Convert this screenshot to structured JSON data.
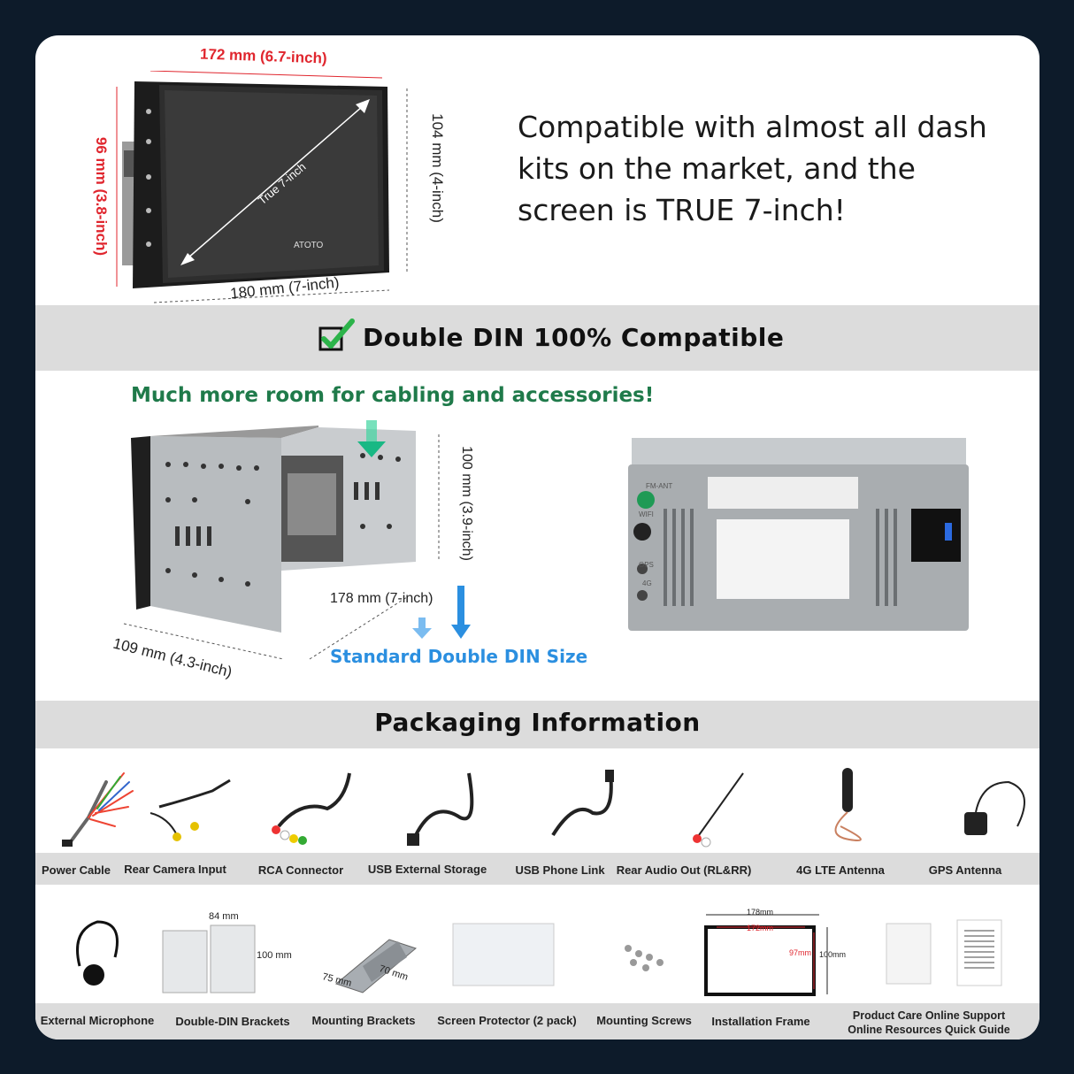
{
  "top": {
    "dim_top": "172 mm (6.7-inch)",
    "dim_left": "96 mm (3.8-inch)",
    "dim_right": "104 mm (4-inch)",
    "dim_bottom": "180 mm (7-inch)",
    "diagonal": "True 7-inch",
    "brand": "ATOTO",
    "headline_lines": [
      "Compatible with almost all dash",
      "kits on the market, and the",
      "screen is TRUE 7-inch!"
    ]
  },
  "double_din": {
    "title": "Double DIN 100% Compatible",
    "room_text": "Much more room for cabling and accessories!",
    "dim_height": "100 mm (3.9-inch)",
    "dim_width": "178 mm (7-inch)",
    "dim_depth": "109 mm (4.3-inch)",
    "standard_text": "Standard Double DIN Size",
    "port_labels": [
      "FM-ANT",
      "WIFI",
      "GPS",
      "4G"
    ]
  },
  "packaging": {
    "title": "Packaging Information",
    "row1": [
      "Power Cable",
      "Rear Camera Input",
      "RCA Connector",
      "USB External Storage",
      "USB Phone Link",
      "Rear Audio Out (RL&RR)",
      "4G LTE Antenna",
      "GPS Antenna"
    ],
    "row2": [
      "External Microphone",
      "Double-DIN Brackets",
      "Mounting Brackets",
      "Screen Protector (2 pack)",
      "Mounting Screws",
      "Installation Frame"
    ],
    "row2_last": [
      "Product Care Online Support",
      "Online Resources Quick Guide"
    ],
    "bracket_dims": {
      "width": "84 mm",
      "height": "100 mm"
    },
    "mount_dims": {
      "a": "75 mm",
      "b": "70 mm"
    },
    "frame_dims": {
      "outer_w": "178mm",
      "inner_w": "172mm",
      "inner_h": "97mm",
      "outer_h": "100mm"
    }
  },
  "colors": {
    "background": "#0d1b2a",
    "accent_red": "#e0262e",
    "accent_green": "#1f7a4a",
    "accent_blue": "#2b8fe0",
    "band": "#dcdcdc"
  }
}
